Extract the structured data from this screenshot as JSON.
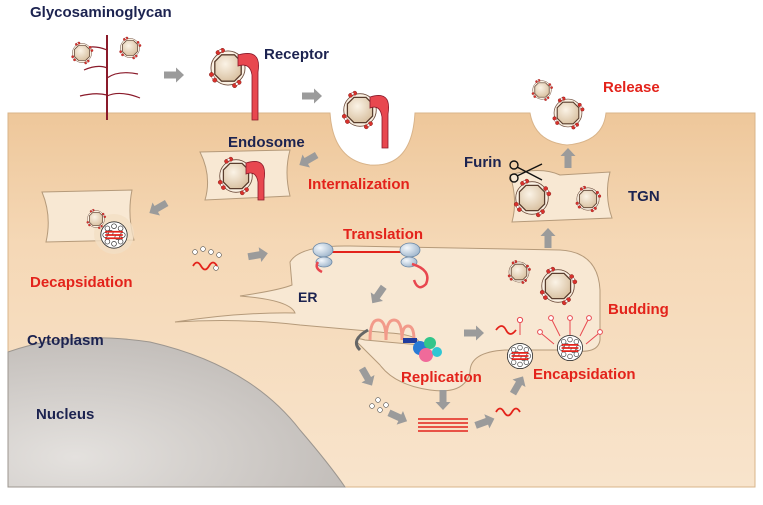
{
  "labels": {
    "glycosaminoglycan": "Glycosaminoglycan",
    "receptor": "Receptor",
    "endosome": "Endosome",
    "internalization": "Internalization",
    "decapsidation": "Decapsidation",
    "translation": "Translation",
    "er": "ER",
    "cytoplasm": "Cytoplasm",
    "nucleus": "Nucleus",
    "replication": "Replication",
    "encapsidation": "Encapsidation",
    "budding": "Budding",
    "tgn": "TGN",
    "furin": "Furin",
    "release": "Release"
  },
  "colors": {
    "cell": "#f5d7b2",
    "nucleus": "#d3cfcb",
    "membrane_compartment": "#f8e8d3",
    "rna": "#e3231b",
    "receptor": "#e8474f",
    "navy_text": "#1c2350",
    "red_text": "#e3231b",
    "arrow": "#9b9b9b"
  }
}
